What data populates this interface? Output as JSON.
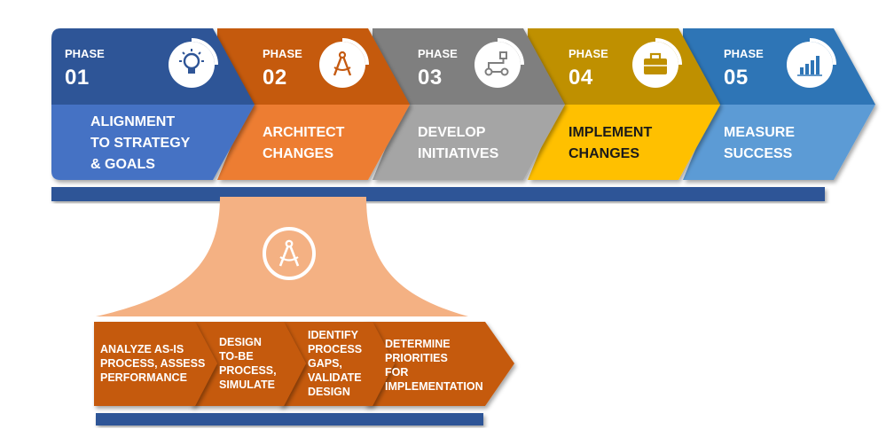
{
  "phases": [
    {
      "word": "PHASE",
      "number": "01",
      "title": "ALIGNMENT\nTO STRATEGY\n& GOALS",
      "icon": "lightbulb-icon",
      "top_color": "#2F5597",
      "bottom_color": "#4472C4"
    },
    {
      "word": "PHASE",
      "number": "02",
      "title": "ARCHITECT\nCHANGES",
      "icon": "compass-icon",
      "top_color": "#C55A11",
      "bottom_color": "#ED7D31"
    },
    {
      "word": "PHASE",
      "number": "03",
      "title": "DEVELOP\nINITIATIVES",
      "icon": "workflow-icon",
      "top_color": "#7F7F7F",
      "bottom_color": "#A5A5A5"
    },
    {
      "word": "PHASE",
      "number": "04",
      "title": "IMPLEMENT\nCHANGES",
      "icon": "briefcase-icon",
      "top_color": "#BF9000",
      "bottom_color": "#FFC000"
    },
    {
      "word": "PHASE",
      "number": "05",
      "title": "MEASURE\nSUCCESS",
      "icon": "bar-chart-icon",
      "top_color": "#2E75B6",
      "bottom_color": "#5B9BD5"
    }
  ],
  "detail": {
    "icon": "compass-icon",
    "funnel_color": "#F4B183",
    "steps": [
      {
        "title": "ANALYZE AS-IS\nPROCESS, ASSESS\nPERFORMANCE"
      },
      {
        "title": "DESIGN\nTO-BE\nPROCESS,\nSIMULATE"
      },
      {
        "title": "IDENTIFY\nPROCESS\n  GAPS,\nVALIDATE\nDESIGN"
      },
      {
        "title": "DETERMINE\n  PRIORITIES\n  FOR\nIMPLEMENTATION"
      }
    ],
    "step_color": "#C55A11"
  },
  "colors": {
    "baseline": "#2F5597"
  }
}
